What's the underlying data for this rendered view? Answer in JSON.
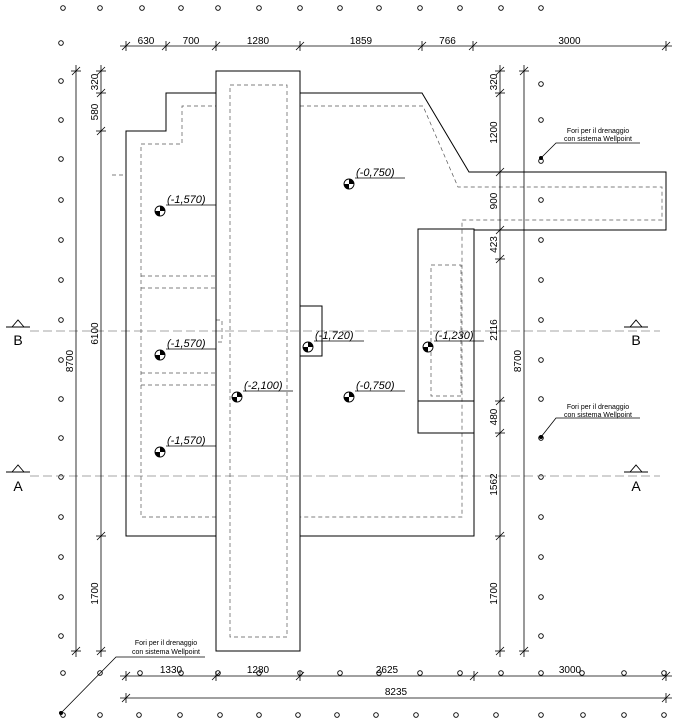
{
  "dimensions": {
    "top": [
      "630",
      "700",
      "1280",
      "1859",
      "766",
      "3000"
    ],
    "bottom_row1": [
      "1330",
      "1280",
      "2625",
      "3000"
    ],
    "bottom_total": "8235",
    "left_outer": "8700",
    "left_inner": [
      "320",
      "580",
      "6100",
      "1700"
    ],
    "right_inner": [
      "320",
      "1200",
      "900",
      "423",
      "2116",
      "480",
      "1562",
      "1700"
    ],
    "right_outer": "8700"
  },
  "levels": [
    "(-1,570)",
    "(-1,570)",
    "(-1,570)",
    "(-2,100)",
    "(-1,720)",
    "(-0,750)",
    "(-0,750)",
    "(-1,230)"
  ],
  "sections": {
    "a": "A",
    "b": "B"
  },
  "notes": {
    "wellpoint_line1": "Fori per il drenaggio",
    "wellpoint_line2": "con sistema Wellpoint"
  }
}
